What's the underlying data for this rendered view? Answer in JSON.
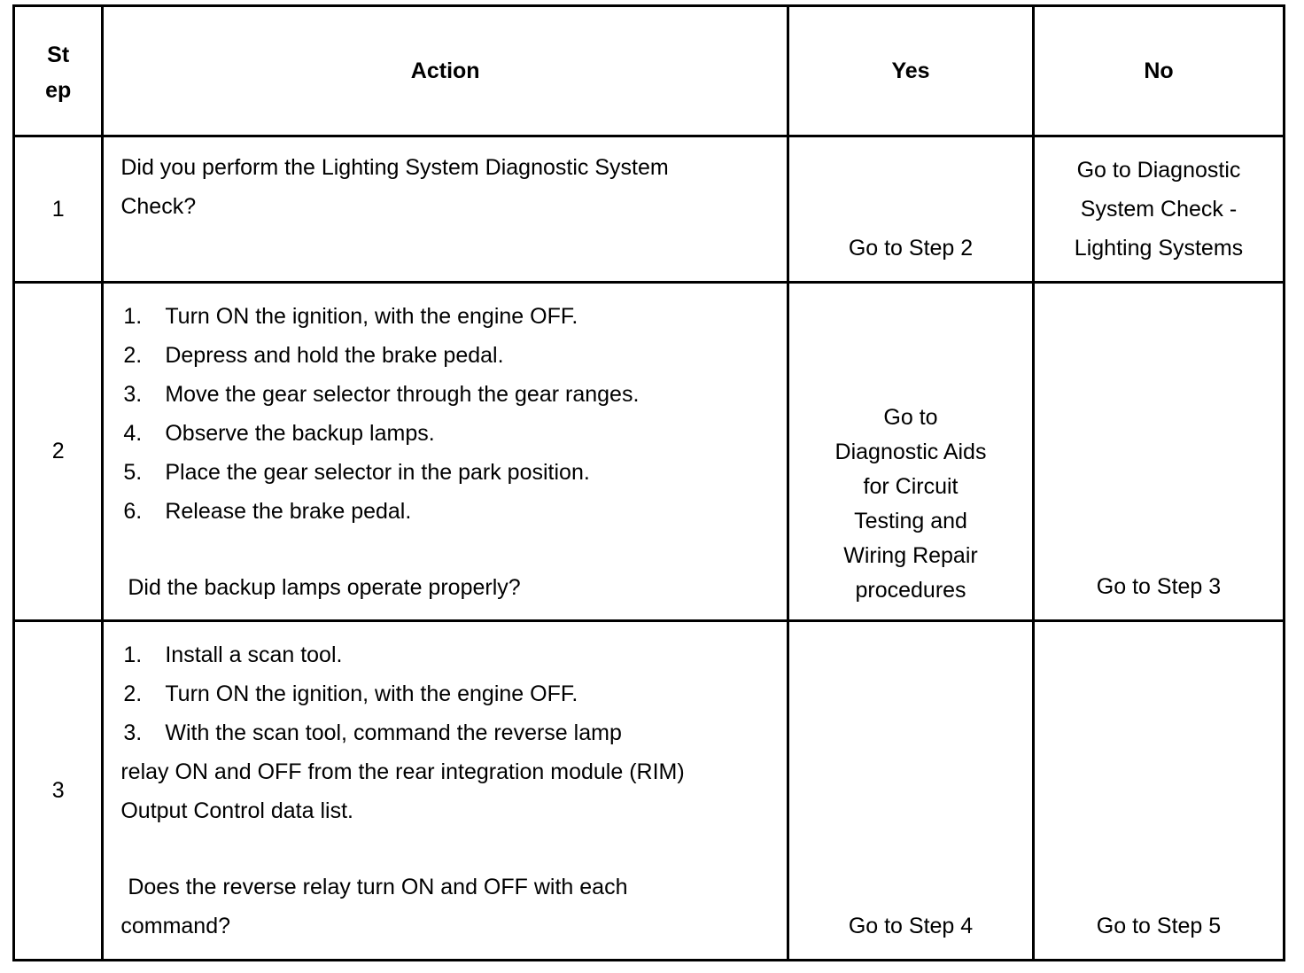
{
  "header": {
    "step_line1": "St",
    "step_line2": "ep",
    "action": "Action",
    "yes": "Yes",
    "no": "No"
  },
  "rows": [
    {
      "step": "1",
      "action_text": "Did you perform the Lighting System Diagnostic System Check?",
      "yes": "Go to Step 2",
      "no_lines": [
        "Go to Diagnostic",
        "System Check -",
        "Lighting Systems"
      ]
    },
    {
      "step": "2",
      "action_items": [
        {
          "num": "1.",
          "text": "Turn ON the ignition, with the engine OFF."
        },
        {
          "num": "2.",
          "text": "Depress and hold the brake pedal."
        },
        {
          "num": "3.",
          "text": "Move the gear selector through the gear ranges."
        },
        {
          "num": "4.",
          "text": "Observe the backup lamps."
        },
        {
          "num": "5.",
          "text": "Place the gear selector in the park position."
        },
        {
          "num": "6.",
          "text": "Release the brake pedal."
        }
      ],
      "question": "Did the backup lamps operate properly?",
      "yes_lines": [
        "Go to",
        "Diagnostic Aids",
        "for Circuit",
        "Testing and",
        "Wiring Repair",
        "procedures"
      ],
      "no": "Go to Step 3"
    },
    {
      "step": "3",
      "action_items": [
        {
          "num": "1.",
          "text": "Install a scan tool."
        },
        {
          "num": "2.",
          "text": "Turn ON the ignition, with the engine OFF."
        }
      ],
      "action_item3_num": "3.",
      "action_item3_text_first": "With the scan tool, command the reverse lamp",
      "action_item3_text_rest": "relay ON and OFF from the rear integration module (RIM) Output Control data list.",
      "question_line1": "Does the reverse relay turn ON and OFF with each",
      "question_line2": "command?",
      "yes": "Go to Step 4",
      "no": "Go to Step 5"
    }
  ]
}
